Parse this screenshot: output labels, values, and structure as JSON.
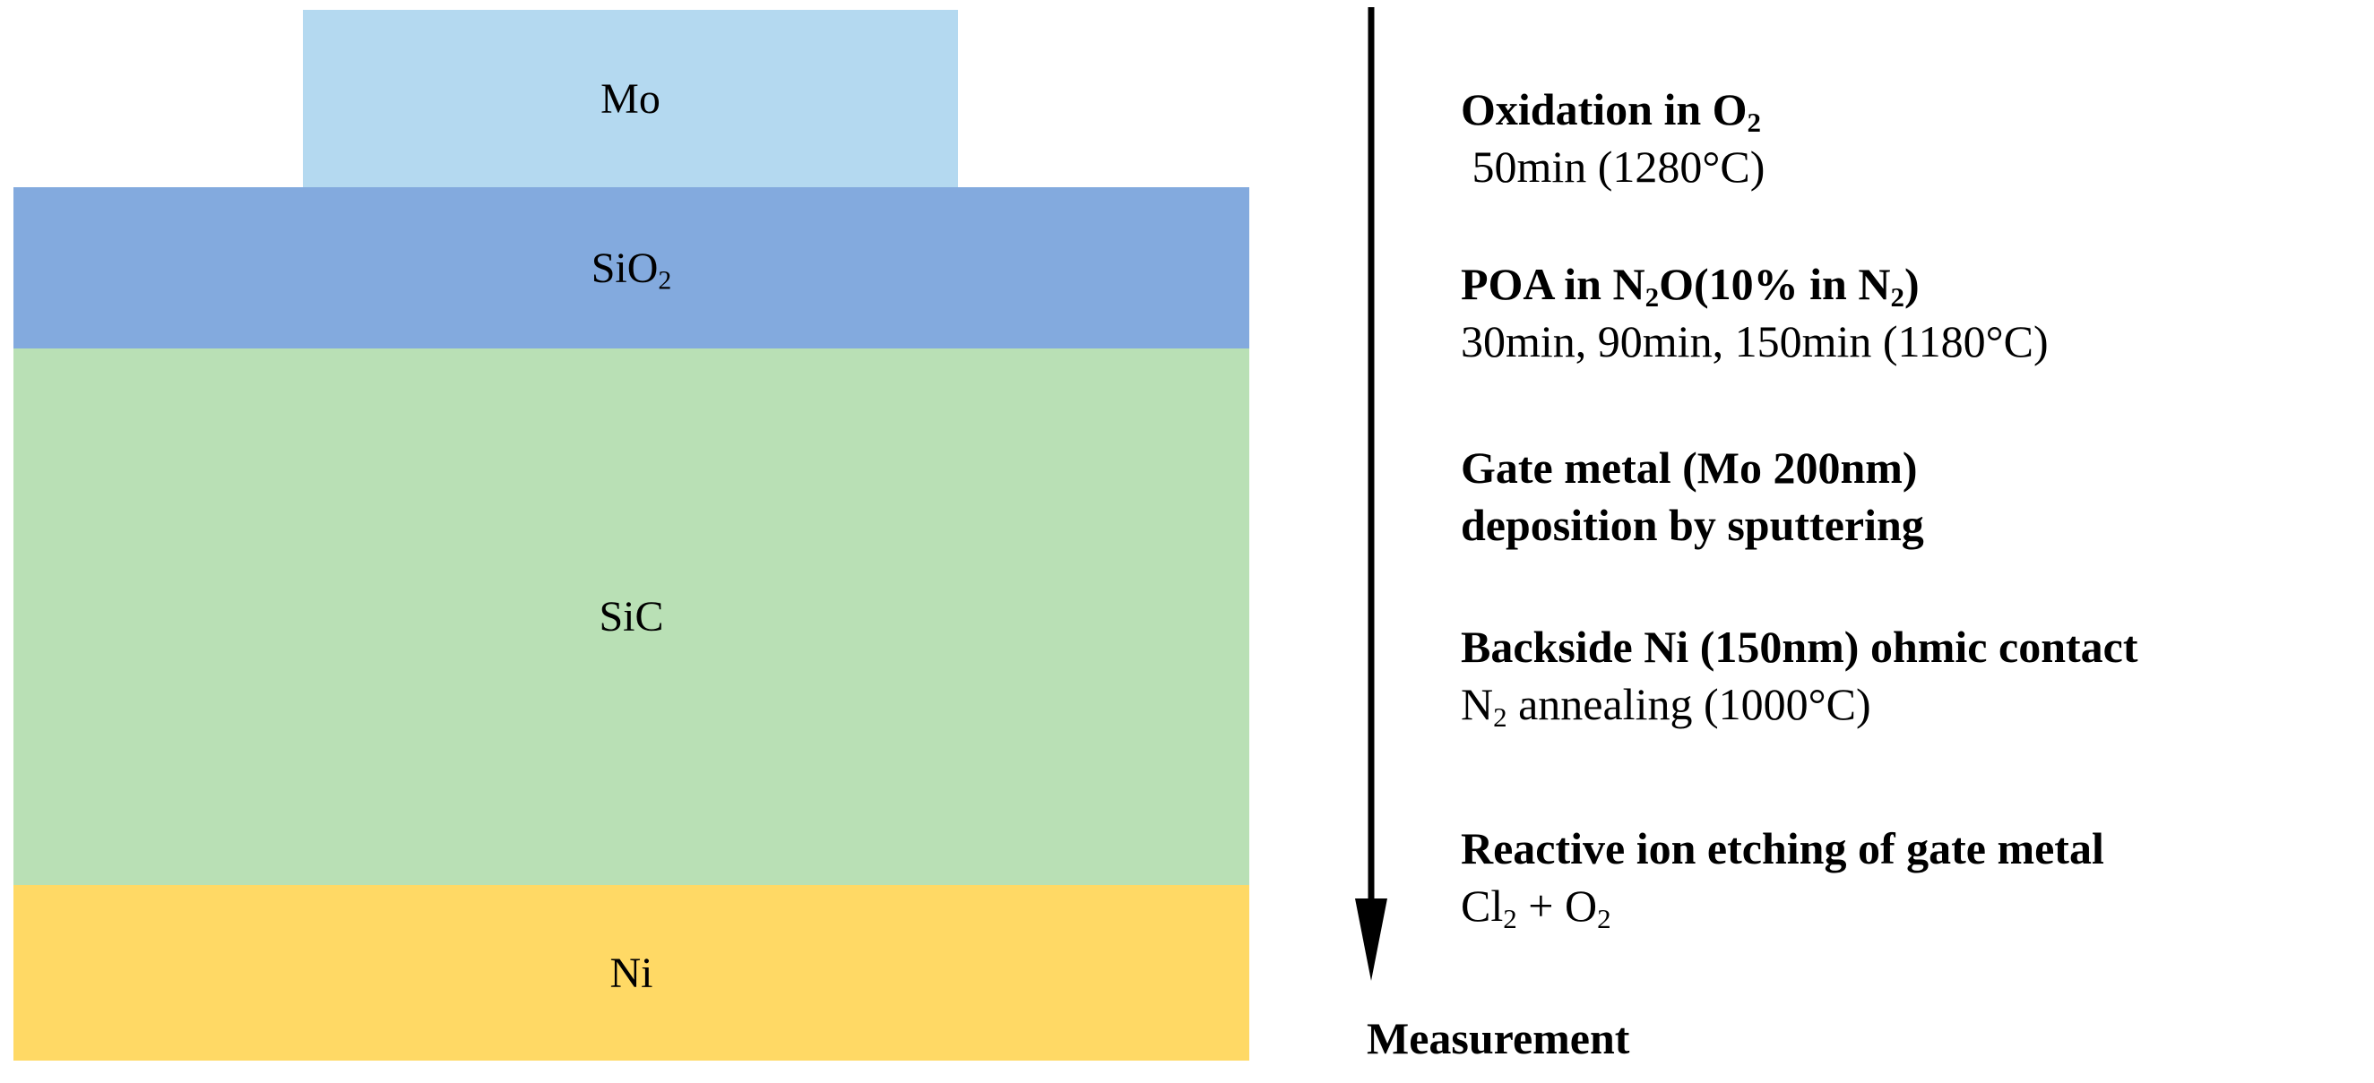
{
  "colors": {
    "mo": "#b4d9f0",
    "sio2": "#83aade",
    "sic": "#b9e0b5",
    "ni": "#ffd965",
    "arrow": "#000000"
  },
  "layers": {
    "mo": "Mo",
    "sio2": {
      "base": "SiO",
      "sub": "2"
    },
    "sic": "SiC",
    "ni": "Ni"
  },
  "steps": [
    {
      "title": {
        "a": "Oxidation in O",
        "a_sub": "2"
      },
      "detail": " 50min (1280°C)"
    },
    {
      "title": {
        "a": "POA in N",
        "a_sub": "2",
        "b": "O(10% in N",
        "b_sub": "2",
        "c": ")"
      },
      "detail": "30min, 90min, 150min (1180°C)"
    },
    {
      "title": "Gate metal (Mo 200nm)",
      "detail": "deposition by sputtering"
    },
    {
      "title": "Backside Ni (150nm) ohmic contact",
      "detail": {
        "a": "N",
        "a_sub": "2",
        "b": " annealing (1000°C)"
      }
    },
    {
      "title": "Reactive ion etching of gate metal",
      "detail": {
        "a": "Cl",
        "a_sub": "2",
        "b": " + O",
        "b_sub": "2"
      }
    }
  ],
  "final": "Measurement"
}
